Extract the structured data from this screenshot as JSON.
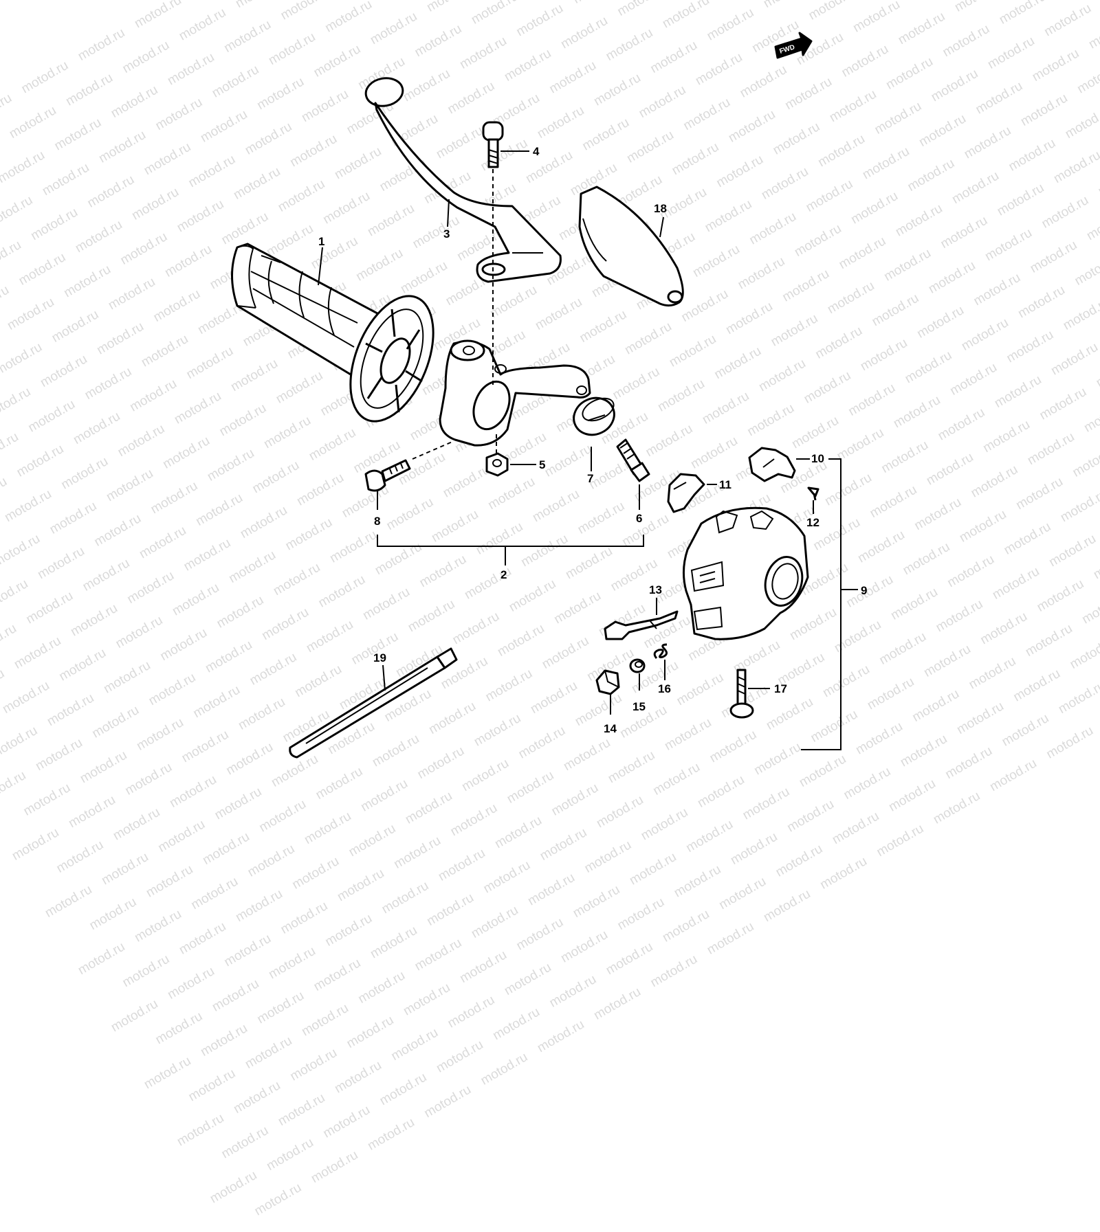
{
  "watermark": {
    "text": "motod.ru"
  },
  "fwd_badge": {
    "text": "FWD",
    "icon": "fwd-arrow-icon"
  },
  "parts": [
    {
      "number": "1",
      "part": "grip"
    },
    {
      "number": "2",
      "part": "lever-holder-set"
    },
    {
      "number": "3",
      "part": "lever"
    },
    {
      "number": "4",
      "part": "pivot-bolt"
    },
    {
      "number": "5",
      "part": "nut"
    },
    {
      "number": "6",
      "part": "adjuster-bolt"
    },
    {
      "number": "7",
      "part": "cover"
    },
    {
      "number": "8",
      "part": "bolt"
    },
    {
      "number": "9",
      "part": "switch-assy"
    },
    {
      "number": "10",
      "part": "switch-knob"
    },
    {
      "number": "11",
      "part": "switch-knob"
    },
    {
      "number": "12",
      "part": "screw"
    },
    {
      "number": "13",
      "part": "contact-spring"
    },
    {
      "number": "14",
      "part": "switch-piece"
    },
    {
      "number": "15",
      "part": "ball"
    },
    {
      "number": "16",
      "part": "spring"
    },
    {
      "number": "17",
      "part": "screw"
    },
    {
      "number": "18",
      "part": "lever-cover"
    },
    {
      "number": "19",
      "part": "cable-band"
    }
  ]
}
